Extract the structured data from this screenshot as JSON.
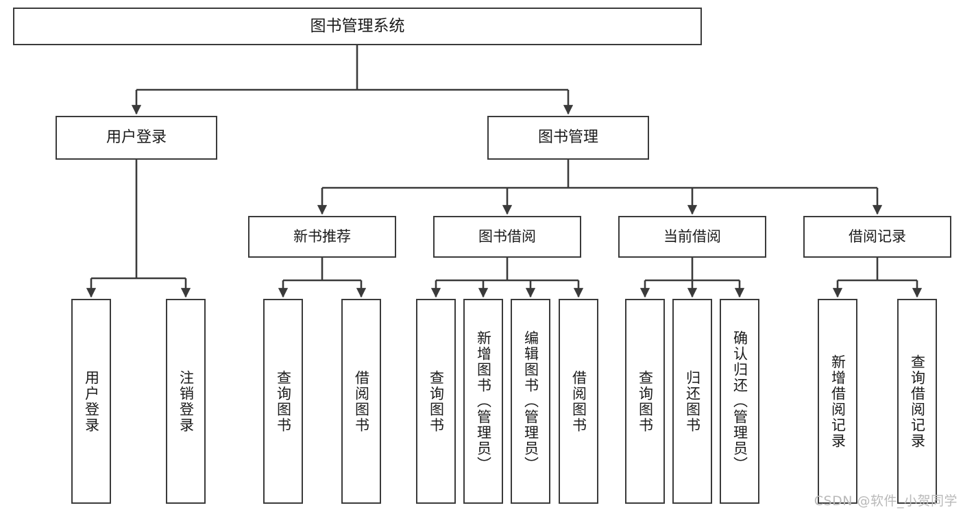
{
  "diagram": {
    "title": "图书管理系统",
    "type": "tree",
    "watermark": "CSDN @软件_小贺同学",
    "colors": {
      "box_border": "#3a3a3a",
      "box_fill": "#ffffff",
      "connector": "#3a3a3a",
      "text": "#1a1a1a",
      "watermark": "#b9b9b9"
    },
    "root": {
      "label": "图书管理系统"
    },
    "level2": [
      {
        "label": "用户登录"
      },
      {
        "label": "图书管理"
      }
    ],
    "level3": [
      {
        "label": "新书推荐"
      },
      {
        "label": "图书借阅"
      },
      {
        "label": "当前借阅"
      },
      {
        "label": "借阅记录"
      }
    ],
    "leaves": {
      "user_login": [
        {
          "label": "用户登录"
        },
        {
          "label": "注销登录"
        }
      ],
      "new_book_recommend": [
        {
          "label": "查询图书"
        },
        {
          "label": "借阅图书"
        }
      ],
      "book_borrow": [
        {
          "label": "查询图书"
        },
        {
          "label": "新增图书（管理员）"
        },
        {
          "label": "编辑图书（管理员）"
        },
        {
          "label": "借阅图书"
        }
      ],
      "current_borrow": [
        {
          "label": "查询图书"
        },
        {
          "label": "归还图书"
        },
        {
          "label": "确认归还（管理员）"
        }
      ],
      "borrow_record": [
        {
          "label": "新增借阅记录"
        },
        {
          "label": "查询借阅记录"
        }
      ]
    }
  }
}
